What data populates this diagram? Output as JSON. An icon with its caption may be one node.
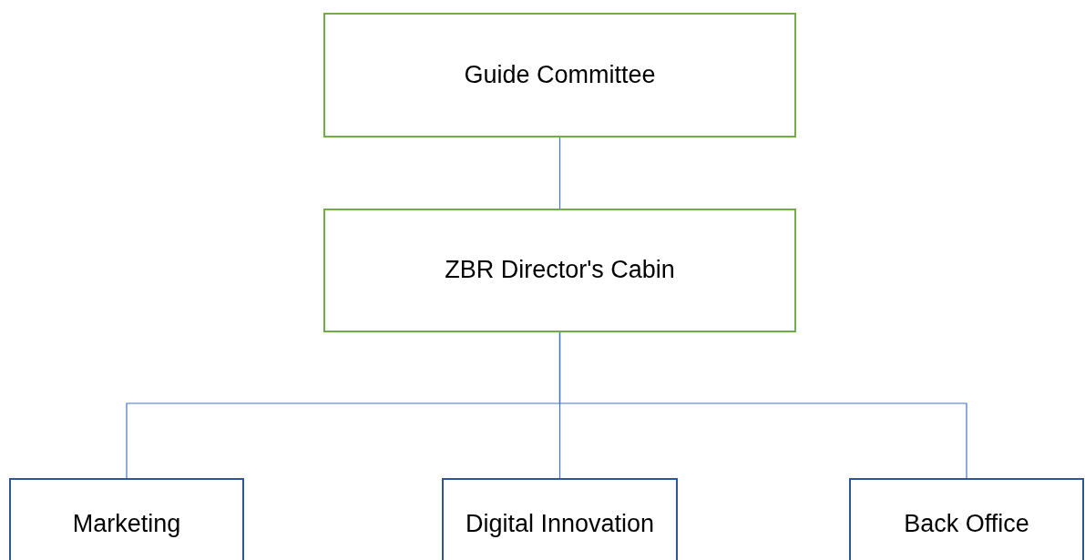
{
  "diagram": {
    "nodes": [
      {
        "text": [
          "Guide Committee"
        ]
      },
      {
        "text": [
          "ZBR Director's Cabin"
        ]
      },
      {
        "text": [
          "Marketing"
        ]
      },
      {
        "text": [
          "Digital Innovation"
        ]
      },
      {
        "text": [
          "Back Office"
        ]
      }
    ],
    "edges": [
      {
        "from": 0,
        "to": 1,
        "arrow": "none"
      },
      {
        "from": 1,
        "to": 2,
        "arrow": "none"
      },
      {
        "from": 1,
        "to": 3,
        "arrow": "none"
      },
      {
        "from": 1,
        "to": 4,
        "arrow": "none"
      }
    ]
  }
}
